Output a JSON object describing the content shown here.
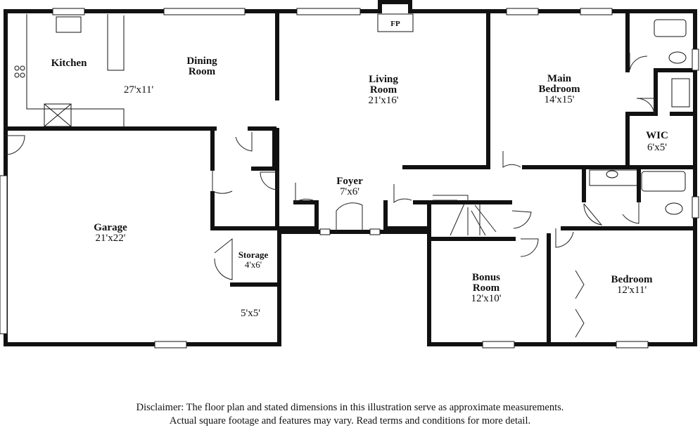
{
  "rooms": {
    "kitchen": "Kitchen",
    "dining_line1": "Dining",
    "dining_line2": "Room",
    "kitchen_dining_dim": "27'x11'",
    "living_line1": "Living",
    "living_line2": "Room",
    "living_dim": "21'x16'",
    "fireplace": "FP",
    "main_bed_line1": "Main",
    "main_bed_line2": "Bedroom",
    "main_bed_dim": "14'x15'",
    "wic": "WIC",
    "wic_dim": "6'x5'",
    "foyer": "Foyer",
    "foyer_dim": "7'x6'",
    "garage": "Garage",
    "garage_dim": "21'x22'",
    "storage": "Storage",
    "storage_dim": "4'x6'",
    "unlabeled_dim": "5'x5'",
    "bonus_line1": "Bonus",
    "bonus_line2": "Room",
    "bonus_dim": "12'x10'",
    "bedroom": "Bedroom",
    "bedroom_dim": "12'x11'"
  },
  "disclaimer": {
    "line1": "Disclaimer: The floor plan and stated dimensions in this illustration serve as approximate measurements.",
    "line2": "Actual square footage and features may vary. Read terms and conditions for more detail."
  }
}
